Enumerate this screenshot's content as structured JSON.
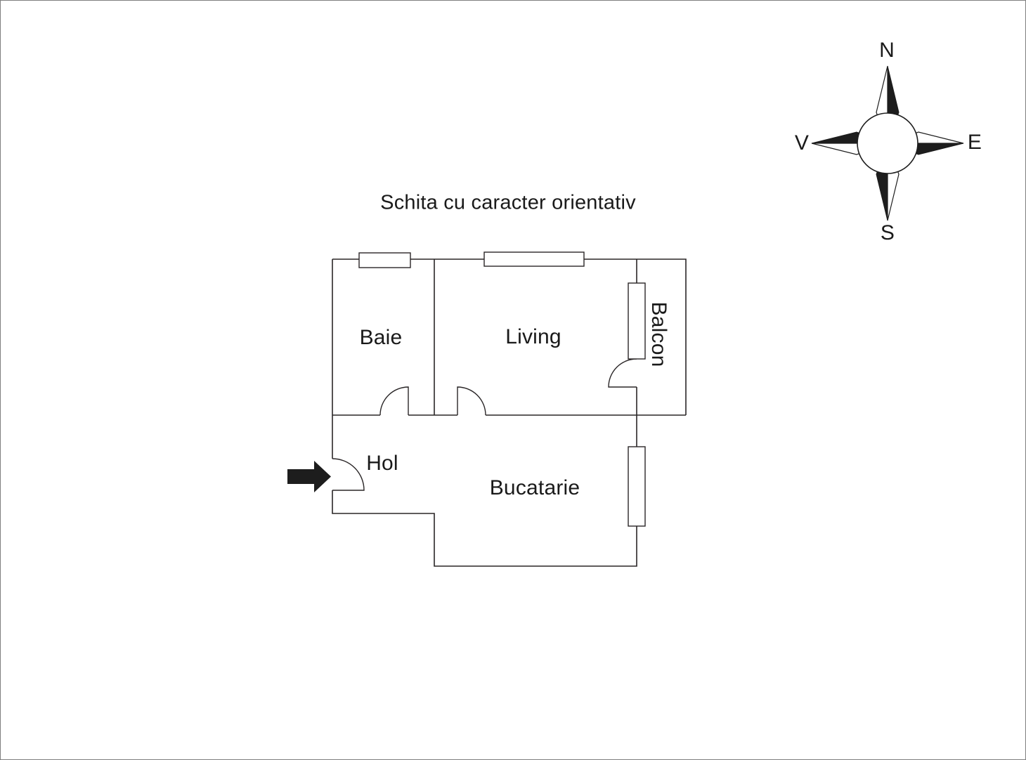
{
  "title": "Schita cu caracter orientativ",
  "rooms": {
    "baie": "Baie",
    "living": "Living",
    "balcon": "Balcon",
    "hol": "Hol",
    "bucatarie": "Bucatarie"
  },
  "compass": {
    "north": "N",
    "east": "E",
    "south": "S",
    "west": "V"
  },
  "colors": {
    "line": "#2a2627",
    "background": "#ffffff",
    "arrow": "#1d1d1d",
    "frame": "#7f7f7f"
  }
}
